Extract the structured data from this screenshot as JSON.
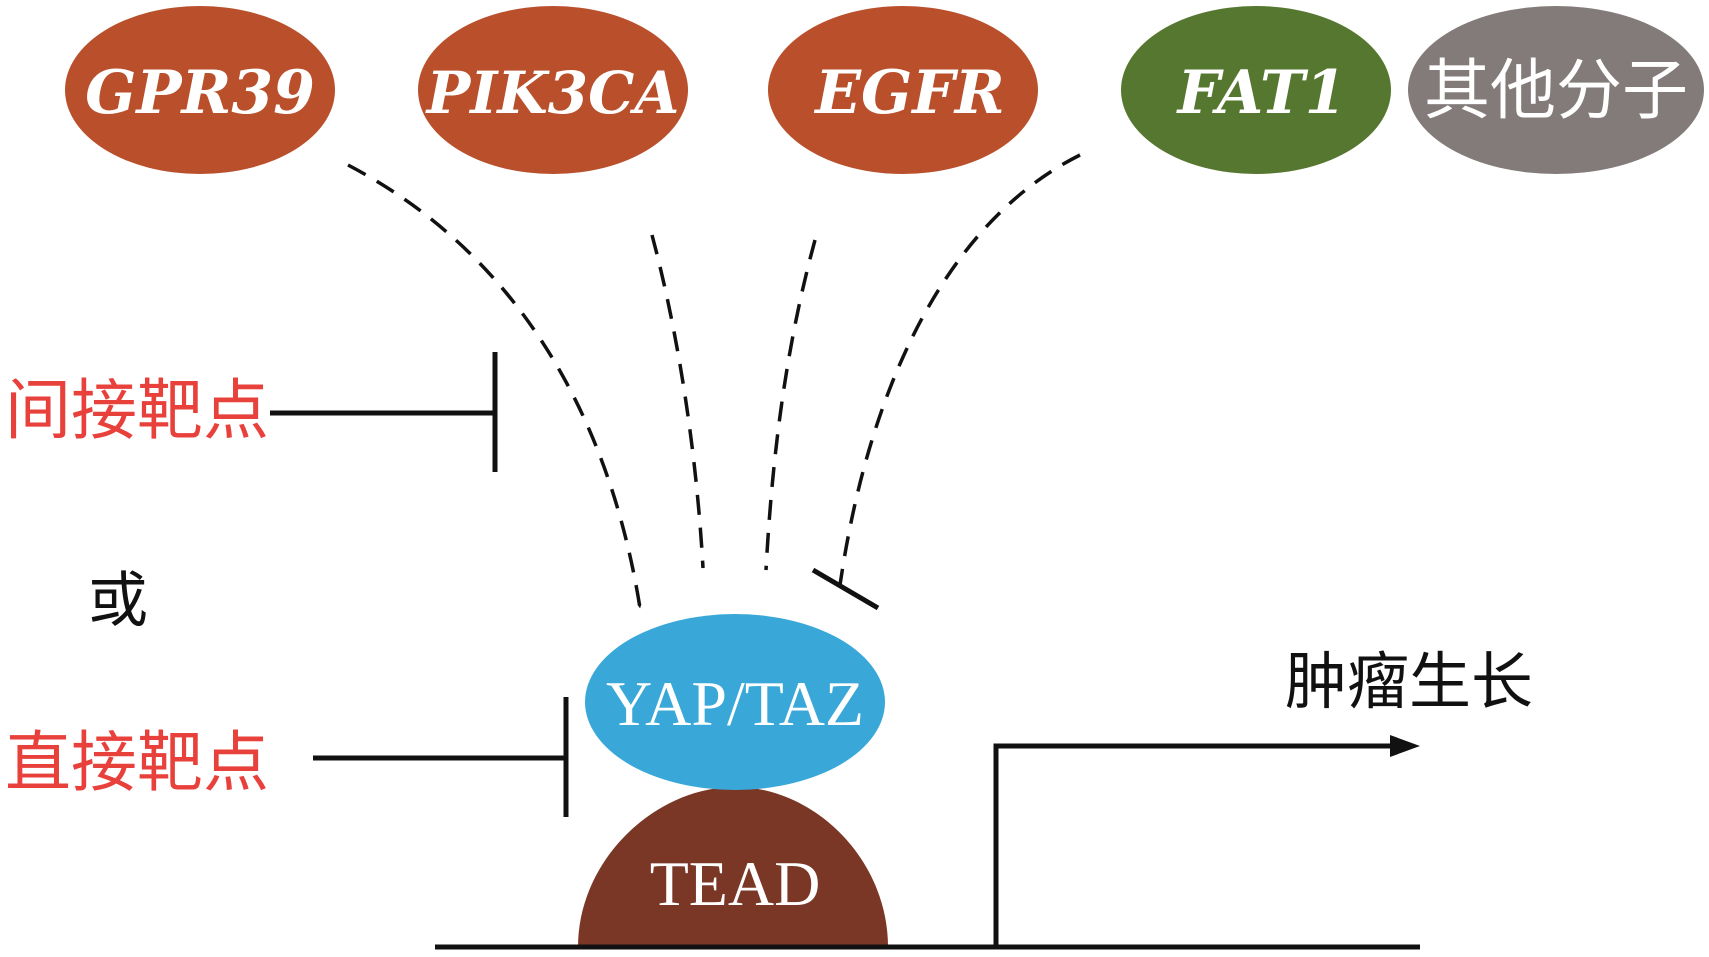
{
  "nodes": {
    "gpr39": "GPR39",
    "pik3ca": "PIK3CA",
    "egfr": "EGFR",
    "fat1": "FAT1",
    "other": "其他分子",
    "yap_taz": "YAP/TAZ",
    "tead": "TEAD"
  },
  "labels": {
    "indirect_target": "间接靶点",
    "or": "或",
    "direct_target": "直接靶点",
    "tumor_growth": "肿瘤生长"
  },
  "colors": {
    "upstream_activator": "#b94f2b",
    "fat1": "#56772f",
    "other": "#827b79",
    "yap_taz": "#39a8d8",
    "tead": "#7a3726",
    "target_label": "#e8413c"
  }
}
